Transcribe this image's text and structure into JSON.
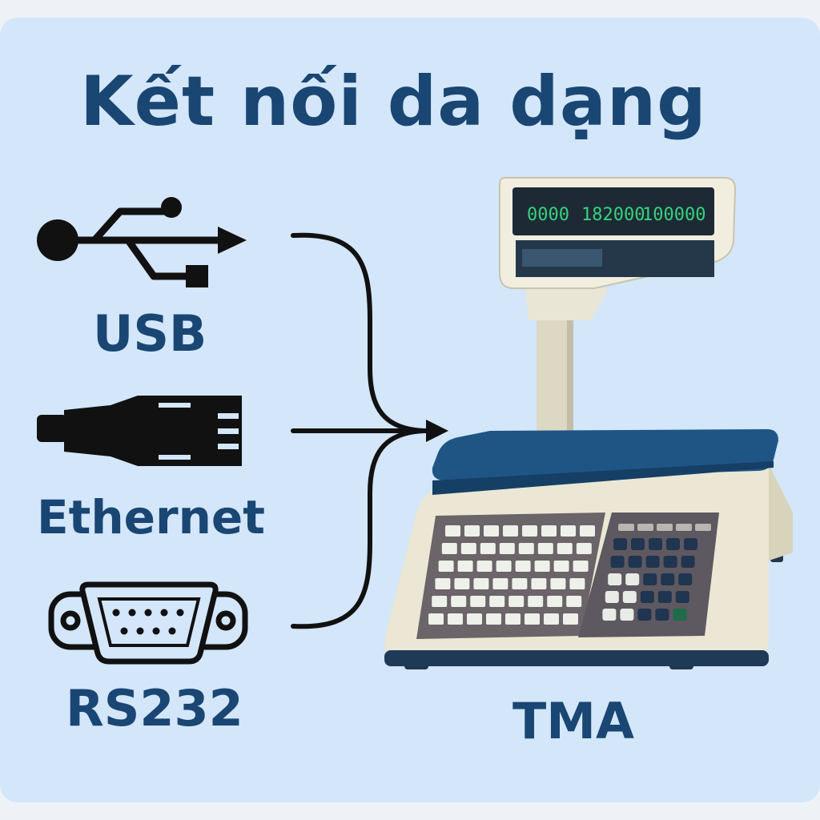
{
  "title": "Kết nối da dạng",
  "connectors": [
    {
      "label": "USB",
      "icon": "usb-icon"
    },
    {
      "label": "Ethernet",
      "icon": "ethernet-plug-icon"
    },
    {
      "label": "RS232",
      "icon": "serial-port-icon"
    }
  ],
  "device": {
    "label": "TMA",
    "icon": "price-computing-scale-icon",
    "display_readings": [
      "0000",
      "182000",
      "100000"
    ]
  },
  "colors": {
    "background": "#d3e6fa",
    "text": "#1a4673",
    "platter": "#1f5585",
    "display_digits": "#35d37a"
  }
}
